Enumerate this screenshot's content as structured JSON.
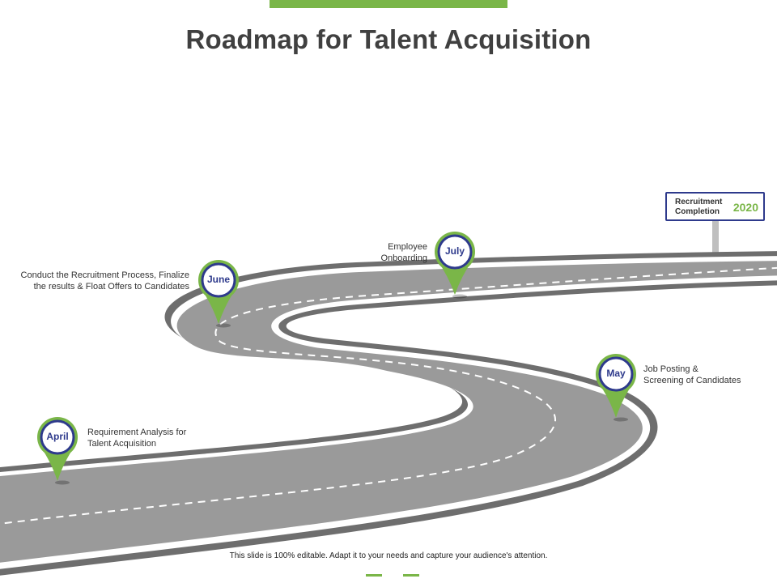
{
  "title": "Roadmap for Talent Acquisition",
  "milestones": [
    {
      "month": "April",
      "desc": [
        "Requirement Analysis for",
        "Talent Acquisition"
      ]
    },
    {
      "month": "May",
      "desc": [
        "Job Posting &",
        "Screening of Candidates"
      ]
    },
    {
      "month": "June",
      "desc": [
        "Conduct the Recruitment Process, Finalize",
        "the results & Float Offers to Candidates"
      ]
    },
    {
      "month": "July",
      "desc": [
        "Employee",
        "Onboarding"
      ]
    }
  ],
  "sign": {
    "label": [
      "Recruitment",
      "Completion"
    ],
    "year": "2020"
  },
  "footer": "This slide is 100% editable. Adapt it to your needs and capture your audience's attention.",
  "colors": {
    "accent_green": "#7ab648",
    "marker_blue": "#2e3a8c",
    "road_gray": "#9a9a9a",
    "road_edge": "#6e6e6e"
  }
}
